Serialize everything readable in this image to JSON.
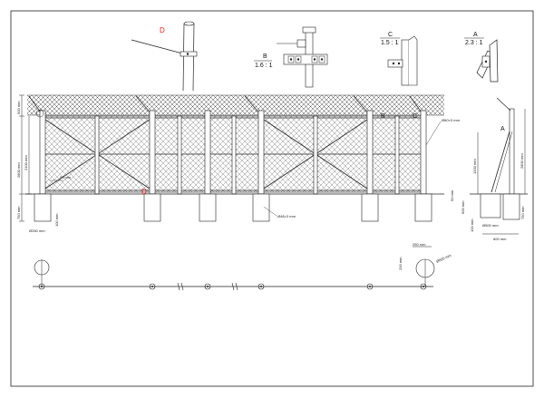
{
  "views": {
    "detail_d": {
      "letter": "D"
    },
    "detail_b": {
      "letter": "B",
      "scale": "1.6 : 1"
    },
    "detail_c": {
      "letter": "C",
      "scale": "1.5 : 1"
    },
    "detail_a": {
      "letter": "A",
      "scale": "2.3 : 1"
    }
  },
  "elevation": {
    "callout_b": "B",
    "callout_c": "C",
    "callout_d": "D",
    "dim_top": "500 mm",
    "dim_total": "2800 mm",
    "dim_fence": "2100 mm",
    "dim_footing": "750 mm",
    "dim_embed": "100 mm",
    "dim_gap": "50 mm",
    "dim_post_dia": "Ø250 mm",
    "dim_tube": "Ø48×3 mm",
    "dim_post": "Ø60×3 mm"
  },
  "side_view": {
    "callout_a": "A",
    "dim_brace": "1200 mm",
    "dim_total": "2800 mm",
    "dim_low": "50 mm",
    "dim_600": "600 mm",
    "dim_footing": "750 mm",
    "dim_100": "100 mm",
    "dim_foot_dia": "Ø500 mm",
    "dim_width": "600 mm"
  },
  "plan": {
    "dim_250": "250 mm",
    "dim_200": "200 mm",
    "dim_dia": "Ø600 mm"
  }
}
